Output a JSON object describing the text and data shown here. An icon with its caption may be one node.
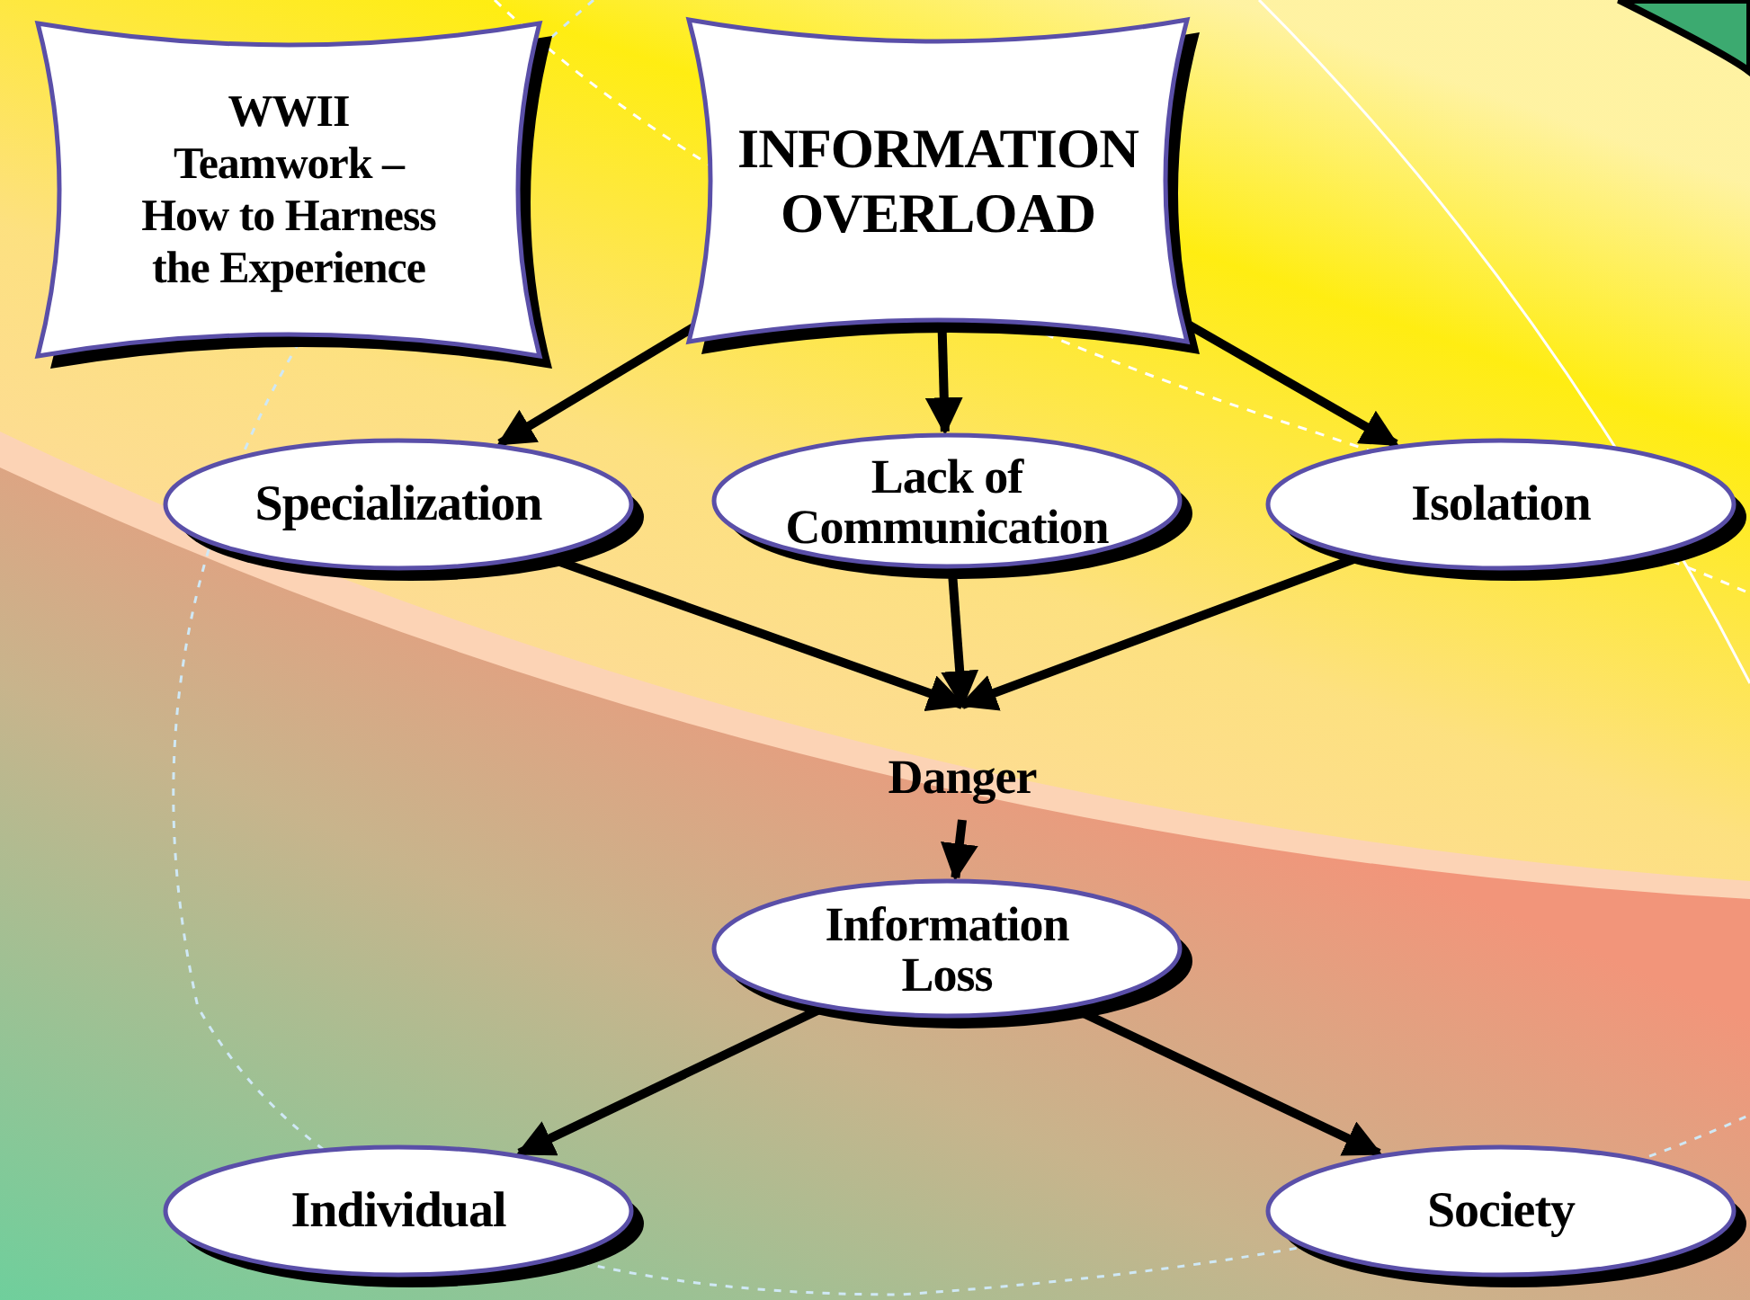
{
  "diagram": {
    "nodes": [
      {
        "text": [
          "WWII Teamwork – How to Harness the Experience"
        ]
      },
      {
        "text": [
          "INFORMATION OVERLOAD"
        ]
      },
      {
        "text": [
          "Specialization"
        ]
      },
      {
        "text": [
          "Lack of Communication"
        ]
      },
      {
        "text": [
          "Isolation"
        ]
      },
      {
        "text": [
          "Danger"
        ]
      },
      {
        "text": [
          "Information Loss"
        ]
      },
      {
        "text": [
          "Individual"
        ]
      },
      {
        "text": [
          "Society"
        ]
      }
    ],
    "edges": [
      {
        "from": 1,
        "to": 2,
        "arrow": "to"
      },
      {
        "from": 1,
        "to": 3,
        "arrow": "to"
      },
      {
        "from": 1,
        "to": 4,
        "arrow": "to"
      },
      {
        "from": 2,
        "to": 5,
        "arrow": "to"
      },
      {
        "from": 3,
        "to": 5,
        "arrow": "to"
      },
      {
        "from": 4,
        "to": 5,
        "arrow": "to"
      },
      {
        "from": 5,
        "to": 6,
        "arrow": "to"
      },
      {
        "from": 6,
        "to": 7,
        "arrow": "to"
      },
      {
        "from": 6,
        "to": 8,
        "arrow": "to"
      }
    ]
  }
}
